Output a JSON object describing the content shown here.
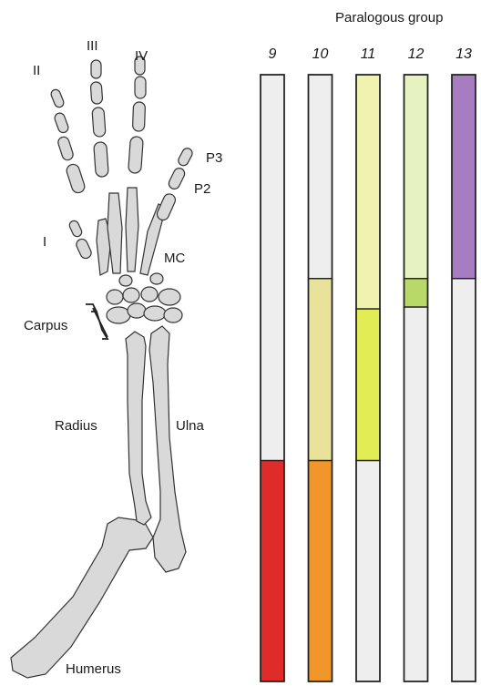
{
  "figure": {
    "title": "Paralogous group",
    "labels": {
      "digit_I": "I",
      "digit_II": "II",
      "digit_III": "III",
      "digit_IV": "IV",
      "p3": "P3",
      "p2": "P2",
      "mc": "MC",
      "carpus": "Carpus",
      "radius": "Radius",
      "ulna": "Ulna",
      "humerus": "Humerus"
    },
    "columns": [
      {
        "label": "9",
        "segments": [
          {
            "from": 0.0,
            "to": 0.636,
            "color": "#eeeeee"
          },
          {
            "from": 0.636,
            "to": 1.0,
            "color": "#e02b2b"
          }
        ]
      },
      {
        "label": "10",
        "segments": [
          {
            "from": 0.0,
            "to": 0.336,
            "color": "#eeeeee"
          },
          {
            "from": 0.336,
            "to": 0.636,
            "color": "#e8e29a"
          },
          {
            "from": 0.636,
            "to": 1.0,
            "color": "#f0962a"
          }
        ]
      },
      {
        "label": "11",
        "segments": [
          {
            "from": 0.0,
            "to": 0.386,
            "color": "#f0f3b0"
          },
          {
            "from": 0.386,
            "to": 0.636,
            "color": "#e2ec55"
          },
          {
            "from": 0.636,
            "to": 1.0,
            "color": "#eeeeee"
          }
        ]
      },
      {
        "label": "12",
        "segments": [
          {
            "from": 0.0,
            "to": 0.336,
            "color": "#e6f2bf"
          },
          {
            "from": 0.336,
            "to": 0.383,
            "color": "#b9d86a"
          },
          {
            "from": 0.383,
            "to": 1.0,
            "color": "#eeeeee"
          }
        ]
      },
      {
        "label": "13",
        "segments": [
          {
            "from": 0.0,
            "to": 0.336,
            "color": "#a77cc0"
          },
          {
            "from": 0.336,
            "to": 1.0,
            "color": "#eeeeee"
          }
        ]
      }
    ]
  }
}
